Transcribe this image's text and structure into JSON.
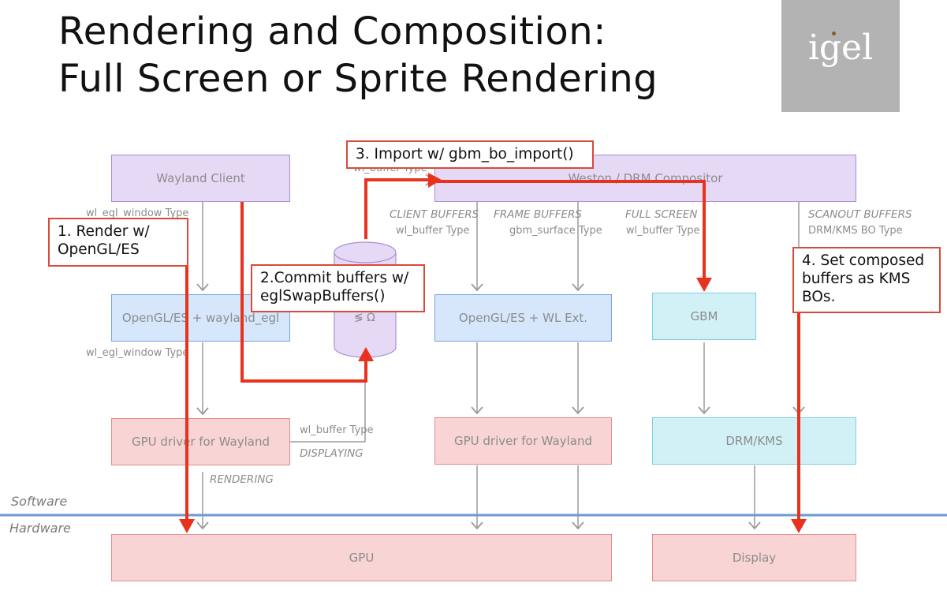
{
  "slide": {
    "title_line1": "Rendering and Composition:",
    "title_line2": "Full Screen or Sprite Rendering",
    "logo_text": "igel"
  },
  "boxes": {
    "wayland_client": "Wayland Client",
    "compositor": "Weston / DRM Compositor",
    "opengl_wayland_egl": "OpenGL/ES + wayland_egl",
    "opengl_wl_ext": "OpenGL/ES + WL Ext.",
    "gbm": "GBM",
    "gpu_driver_left": "GPU driver for Wayland",
    "gpu_driver_right": "GPU driver for Wayland",
    "drm_kms": "DRM/KMS",
    "gpu": "GPU",
    "display": "Display",
    "buffer_glyphs": "≶ Ω"
  },
  "labels": {
    "wl_egl_window_top": "wl_egl_window Type",
    "wl_egl_window_mid": "wl_egl_window Type",
    "wl_buffer_top": "wl_buffer Type",
    "client_buffers": "CLIENT BUFFERS",
    "client_buffers_type": "wl_buffer Type",
    "frame_buffers": "FRAME BUFFERS",
    "frame_buffers_type": "gbm_surface Type",
    "full_screen": "FULL SCREEN",
    "full_screen_type": "wl_buffer Type",
    "scanout_buffers": "SCANOUT BUFFERS",
    "scanout_buffers_type": "DRM/KMS BO Type",
    "wl_buffer_display": "wl_buffer Type",
    "displaying": "DISPLAYING",
    "rendering": "RENDERING",
    "software": "Software",
    "hardware": "Hardware"
  },
  "callouts": {
    "step1": "1. Render w/ OpenGL/ES",
    "step2": "2.Commit buffers w/ eglSwapBuffers()",
    "step3": "3. Import w/ gbm_bo_import()",
    "step4": "4. Set composed buffers as KMS BOs."
  },
  "colors": {
    "accent_red": "#e8321e",
    "layer_line": "#6e9bcc"
  }
}
